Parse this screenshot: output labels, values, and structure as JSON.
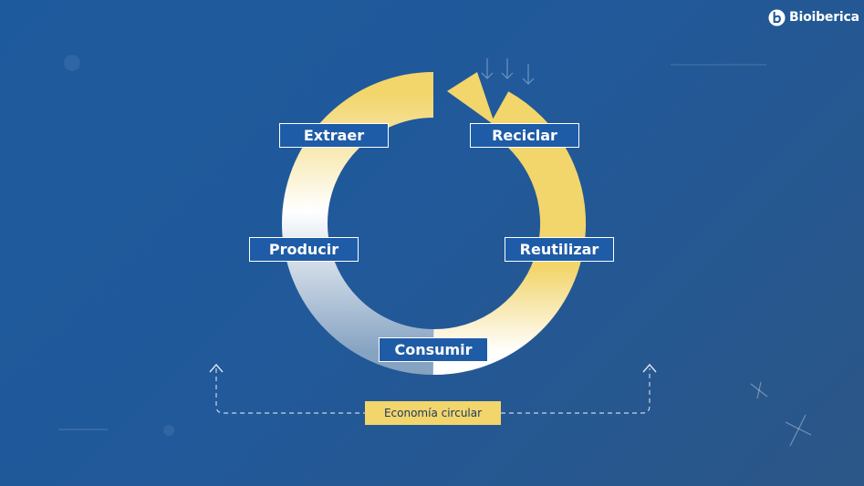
{
  "brand": {
    "name": "Bioiberica",
    "icon": "bioiberica-logo-icon"
  },
  "cycle": {
    "stages": [
      {
        "key": "extract",
        "label": "Extraer"
      },
      {
        "key": "recycle",
        "label": "Reciclar"
      },
      {
        "key": "produce",
        "label": "Producir"
      },
      {
        "key": "reuse",
        "label": "Reutilizar"
      },
      {
        "key": "consume",
        "label": "Consumir"
      }
    ]
  },
  "footer": {
    "label": "Economía circular"
  },
  "colors": {
    "background": "#1d5a9d",
    "accent": "#f2d56b",
    "label_fill": "#1f5ca7",
    "text": "#ffffff"
  }
}
